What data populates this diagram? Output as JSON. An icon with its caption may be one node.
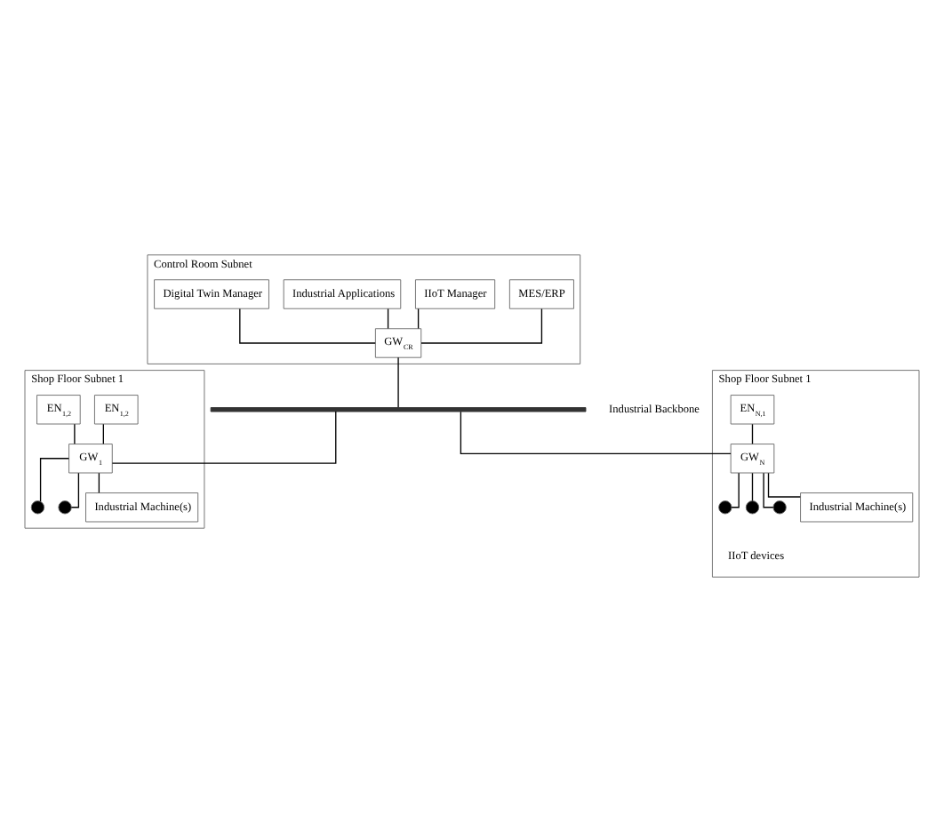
{
  "diagram": {
    "nodes": [
      {
        "text": [
          "Control Room Subnet"
        ]
      },
      {
        "text": [
          "MES/ERP"
        ],
        "in": 0
      },
      {
        "text": [
          "IIoT Manager"
        ],
        "in": 0
      },
      {
        "text": [
          "Industrial Applications"
        ],
        "in": 0
      },
      {
        "text": [
          "Digital Twin Manager"
        ],
        "in": 0
      },
      {
        "text": [
          "GW$_{CR}$"
        ],
        "in": 0
      },
      {
        "text": [],
        "shape": "bar",
        "beside": [
          "Industrial Backbone"
        ]
      },
      {
        "text": [
          "Shop Floor Subnet 1"
        ]
      },
      {
        "text": [
          "EN$_{1,2}$"
        ],
        "in": 7
      },
      {
        "text": [
          "EN$_{1,2}$"
        ],
        "in": 7
      },
      {
        "text": [
          "GW$_{1}$"
        ],
        "in": 7
      },
      {
        "text": [],
        "shape": "circle",
        "in": 7
      },
      {
        "text": [],
        "shape": "circle",
        "in": 7
      },
      {
        "text": [
          "Industrial Machine(s)"
        ],
        "in": 7
      },
      {
        "text": [
          "Shop Floor Subnet 1"
        ]
      },
      {
        "text": [
          "EN$_{N,1}$"
        ],
        "in": 14
      },
      {
        "text": [
          "GW$_{N}$"
        ],
        "in": 14
      },
      {
        "text": [],
        "shape": "circle",
        "in": 14
      },
      {
        "text": [],
        "shape": "circle",
        "in": 14,
        "beside": [
          "IIoT devices"
        ]
      },
      {
        "text": [],
        "shape": "circle",
        "in": 14
      },
      {
        "text": [
          "Industrial Machine(s)"
        ],
        "in": 14
      }
    ],
    "edges": [
      {
        "from": 1,
        "to": 5,
        "arrow": "none"
      },
      {
        "from": 2,
        "to": 5,
        "arrow": "none"
      },
      {
        "from": 3,
        "to": 5,
        "arrow": "none"
      },
      {
        "from": 4,
        "to": 5,
        "arrow": "none"
      },
      {
        "from": 5,
        "to": 6,
        "arrow": "none"
      },
      {
        "from": 6,
        "to": 10,
        "arrow": "none"
      },
      {
        "from": 6,
        "to": 16,
        "arrow": "none"
      },
      {
        "from": 8,
        "to": 10,
        "arrow": "none"
      },
      {
        "from": 9,
        "to": 10,
        "arrow": "none"
      },
      {
        "from": 10,
        "to": 11,
        "arrow": "none"
      },
      {
        "from": 10,
        "to": 12,
        "arrow": "none"
      },
      {
        "from": 10,
        "to": 13,
        "arrow": "none"
      },
      {
        "from": 15,
        "to": 16,
        "arrow": "none"
      },
      {
        "from": 16,
        "to": 17,
        "arrow": "none"
      },
      {
        "from": 16,
        "to": 18,
        "arrow": "none"
      },
      {
        "from": 16,
        "to": 19,
        "arrow": "none"
      },
      {
        "from": 16,
        "to": 20,
        "arrow": "none"
      }
    ]
  }
}
